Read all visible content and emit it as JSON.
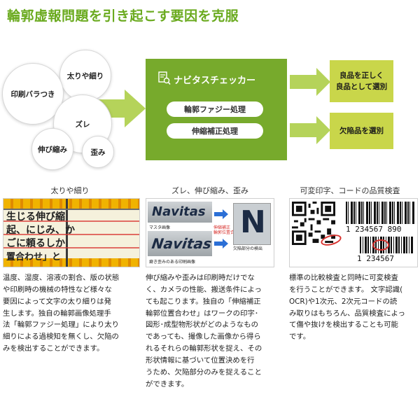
{
  "title": "輪郭虚報問題を引き起こす要因を克服",
  "bubbles": {
    "futori": "太りや細り",
    "insatsu": "印刷バラつき",
    "zure": "ズレ",
    "nobi": "伸び縮み",
    "hizumi": "歪み"
  },
  "checker": {
    "title": "ナビタスチェッカー",
    "process1": "輪郭ファジー処理",
    "process2": "伸縮補正処理"
  },
  "results": {
    "good_line1": "良品を正しく",
    "good_line2": "良品として選別",
    "defect": "欠陥品を選別"
  },
  "columns": [
    {
      "heading": "太りや細り",
      "sample": {
        "row1": "生じる伸び縮",
        "row2": "起、にじみ、か",
        "row3": "ごに頼るしか",
        "row4": "置合わせ」と"
      },
      "lines": [
        "温度、湿度、溶液の割合、版の状態",
        "や印刷時の機械の特性など様々な",
        "要因によって文字の太り細りは発",
        "生します。独自の輪郭画像処理手",
        "法「輪郭ファジー処理」により太り",
        "細りによる過検知を無くし、欠陥の",
        "みを検出することができます。"
      ]
    },
    {
      "heading": "ズレ、伸び縮み、歪み",
      "sample": {
        "logo": "Navitas",
        "master_label": "マスタ画像",
        "correct_label": "伸縮補正",
        "correct_label2": "輪郭位置合わせ",
        "detect_label": "欠陥部分の検出",
        "bottom_label": "癖き歪みのある印刷画像",
        "letter": "N"
      },
      "lines": [
        "伸び縮みや歪みは印刷時だけでな",
        "く、カメラの性能、搬送条件によっ",
        "ても起こります。独自の「伸縮補正",
        "輪郭位置合わせ」はワークの印字･",
        "図形･成型物形状がどのようなもの",
        "であっても、撮像した画像から得ら",
        "れるそれらの輪郭形状を捉え、その",
        "形状情報に基づいて位置決めを行",
        "うため、欠陥部分のみを捉えること",
        "ができます。"
      ]
    },
    {
      "heading": "可変印字、コードの品質検査",
      "sample": {
        "barcode1": "1 234567 890",
        "barcode2": "1 234567"
      },
      "lines": [
        "標準の比較検査と同時に可変検査",
        "を行うことができます。 文字認識(",
        "OCR)や1次元、2次元コードの読",
        "み取りはもちろん、品質検査によっ",
        "て傷や抜けを検出することも可能",
        "です。"
      ]
    }
  ],
  "colors": {
    "title": "#6aaa1e",
    "checker_bg": "#77aa2c",
    "arrow": "#b5d35a",
    "result_bg": "#c9d64a"
  }
}
